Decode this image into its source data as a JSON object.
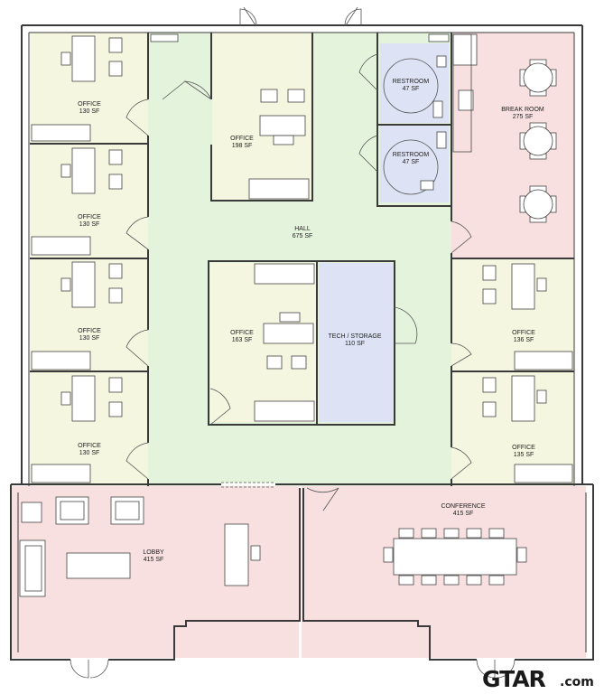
{
  "colors": {
    "office": "#f4f6df",
    "hall": "#e4f4dc",
    "restroom": "#dde3f5",
    "tech_storage": "#dde3f5",
    "break_room": "#f8e0e0",
    "lobby": "#f8e0e0",
    "conference": "#f8e0e0",
    "wall": "#3a3a3a"
  },
  "rooms": {
    "office_1": {
      "name": "OFFICE",
      "area": "130 SF"
    },
    "office_2": {
      "name": "OFFICE",
      "area": "130 SF"
    },
    "office_3": {
      "name": "OFFICE",
      "area": "130 SF"
    },
    "office_4": {
      "name": "OFFICE",
      "area": "130 SF"
    },
    "office_198": {
      "name": "OFFICE",
      "area": "198 SF"
    },
    "restroom_1": {
      "name": "RESTROOM",
      "area": "47 SF"
    },
    "restroom_2": {
      "name": "RESTROOM",
      "area": "47 SF"
    },
    "break_room": {
      "name": "BREAK ROOM",
      "area": "275 SF"
    },
    "hall": {
      "name": "HALL",
      "area": "675 SF"
    },
    "office_163": {
      "name": "OFFICE",
      "area": "163 SF"
    },
    "tech_storage": {
      "name": "TECH / STORAGE",
      "area": "110 SF"
    },
    "office_136": {
      "name": "OFFICE",
      "area": "136 SF"
    },
    "office_135": {
      "name": "OFFICE",
      "area": "135 SF"
    },
    "lobby": {
      "name": "LOBBY",
      "area": "415 SF"
    },
    "conference": {
      "name": "CONFERENCE",
      "area": "415 SF"
    }
  },
  "logo": {
    "main": "GTAR",
    "suffix": ".com"
  }
}
